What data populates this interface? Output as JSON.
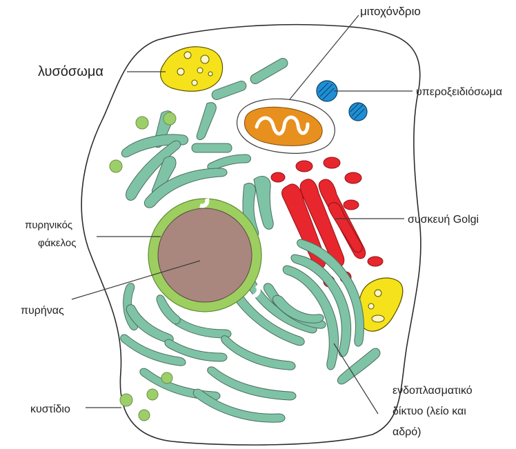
{
  "labels": {
    "lysosome": "λυσόσωμα",
    "mitochondrion": "μιτοχόνδριο",
    "peroxisome": "υπεροξειδιόσωμα",
    "golgi": "συσκευή Golgi",
    "nuclear_envelope_line1": "πυρηνικός",
    "nuclear_envelope_line2": "φάκελος",
    "nucleus": "πυρήνας",
    "er_line1": "ενδοπλασματικό",
    "er_line2": "δίκτυο (λείο και",
    "er_line3": "αδρό)",
    "vesicle": "κυστίδιο"
  },
  "colors": {
    "er": "#7fc3a6",
    "nucleus": "#a9877e",
    "nuclear_envelope": "#9ccf5f",
    "golgi": "#e8262d",
    "lysosome": "#f5e21a",
    "mitochondrion": "#e8901e",
    "peroxisome": "#1e8fd6",
    "vesicle": "#9ccf6a"
  }
}
